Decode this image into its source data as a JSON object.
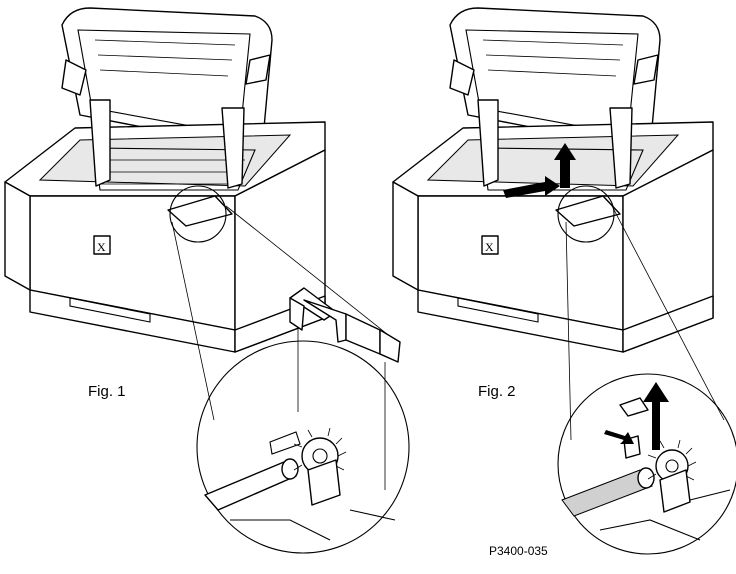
{
  "figures": [
    {
      "label": "Fig. 1"
    },
    {
      "label": "Fig. 2"
    }
  ],
  "part_code": "P3400-035"
}
